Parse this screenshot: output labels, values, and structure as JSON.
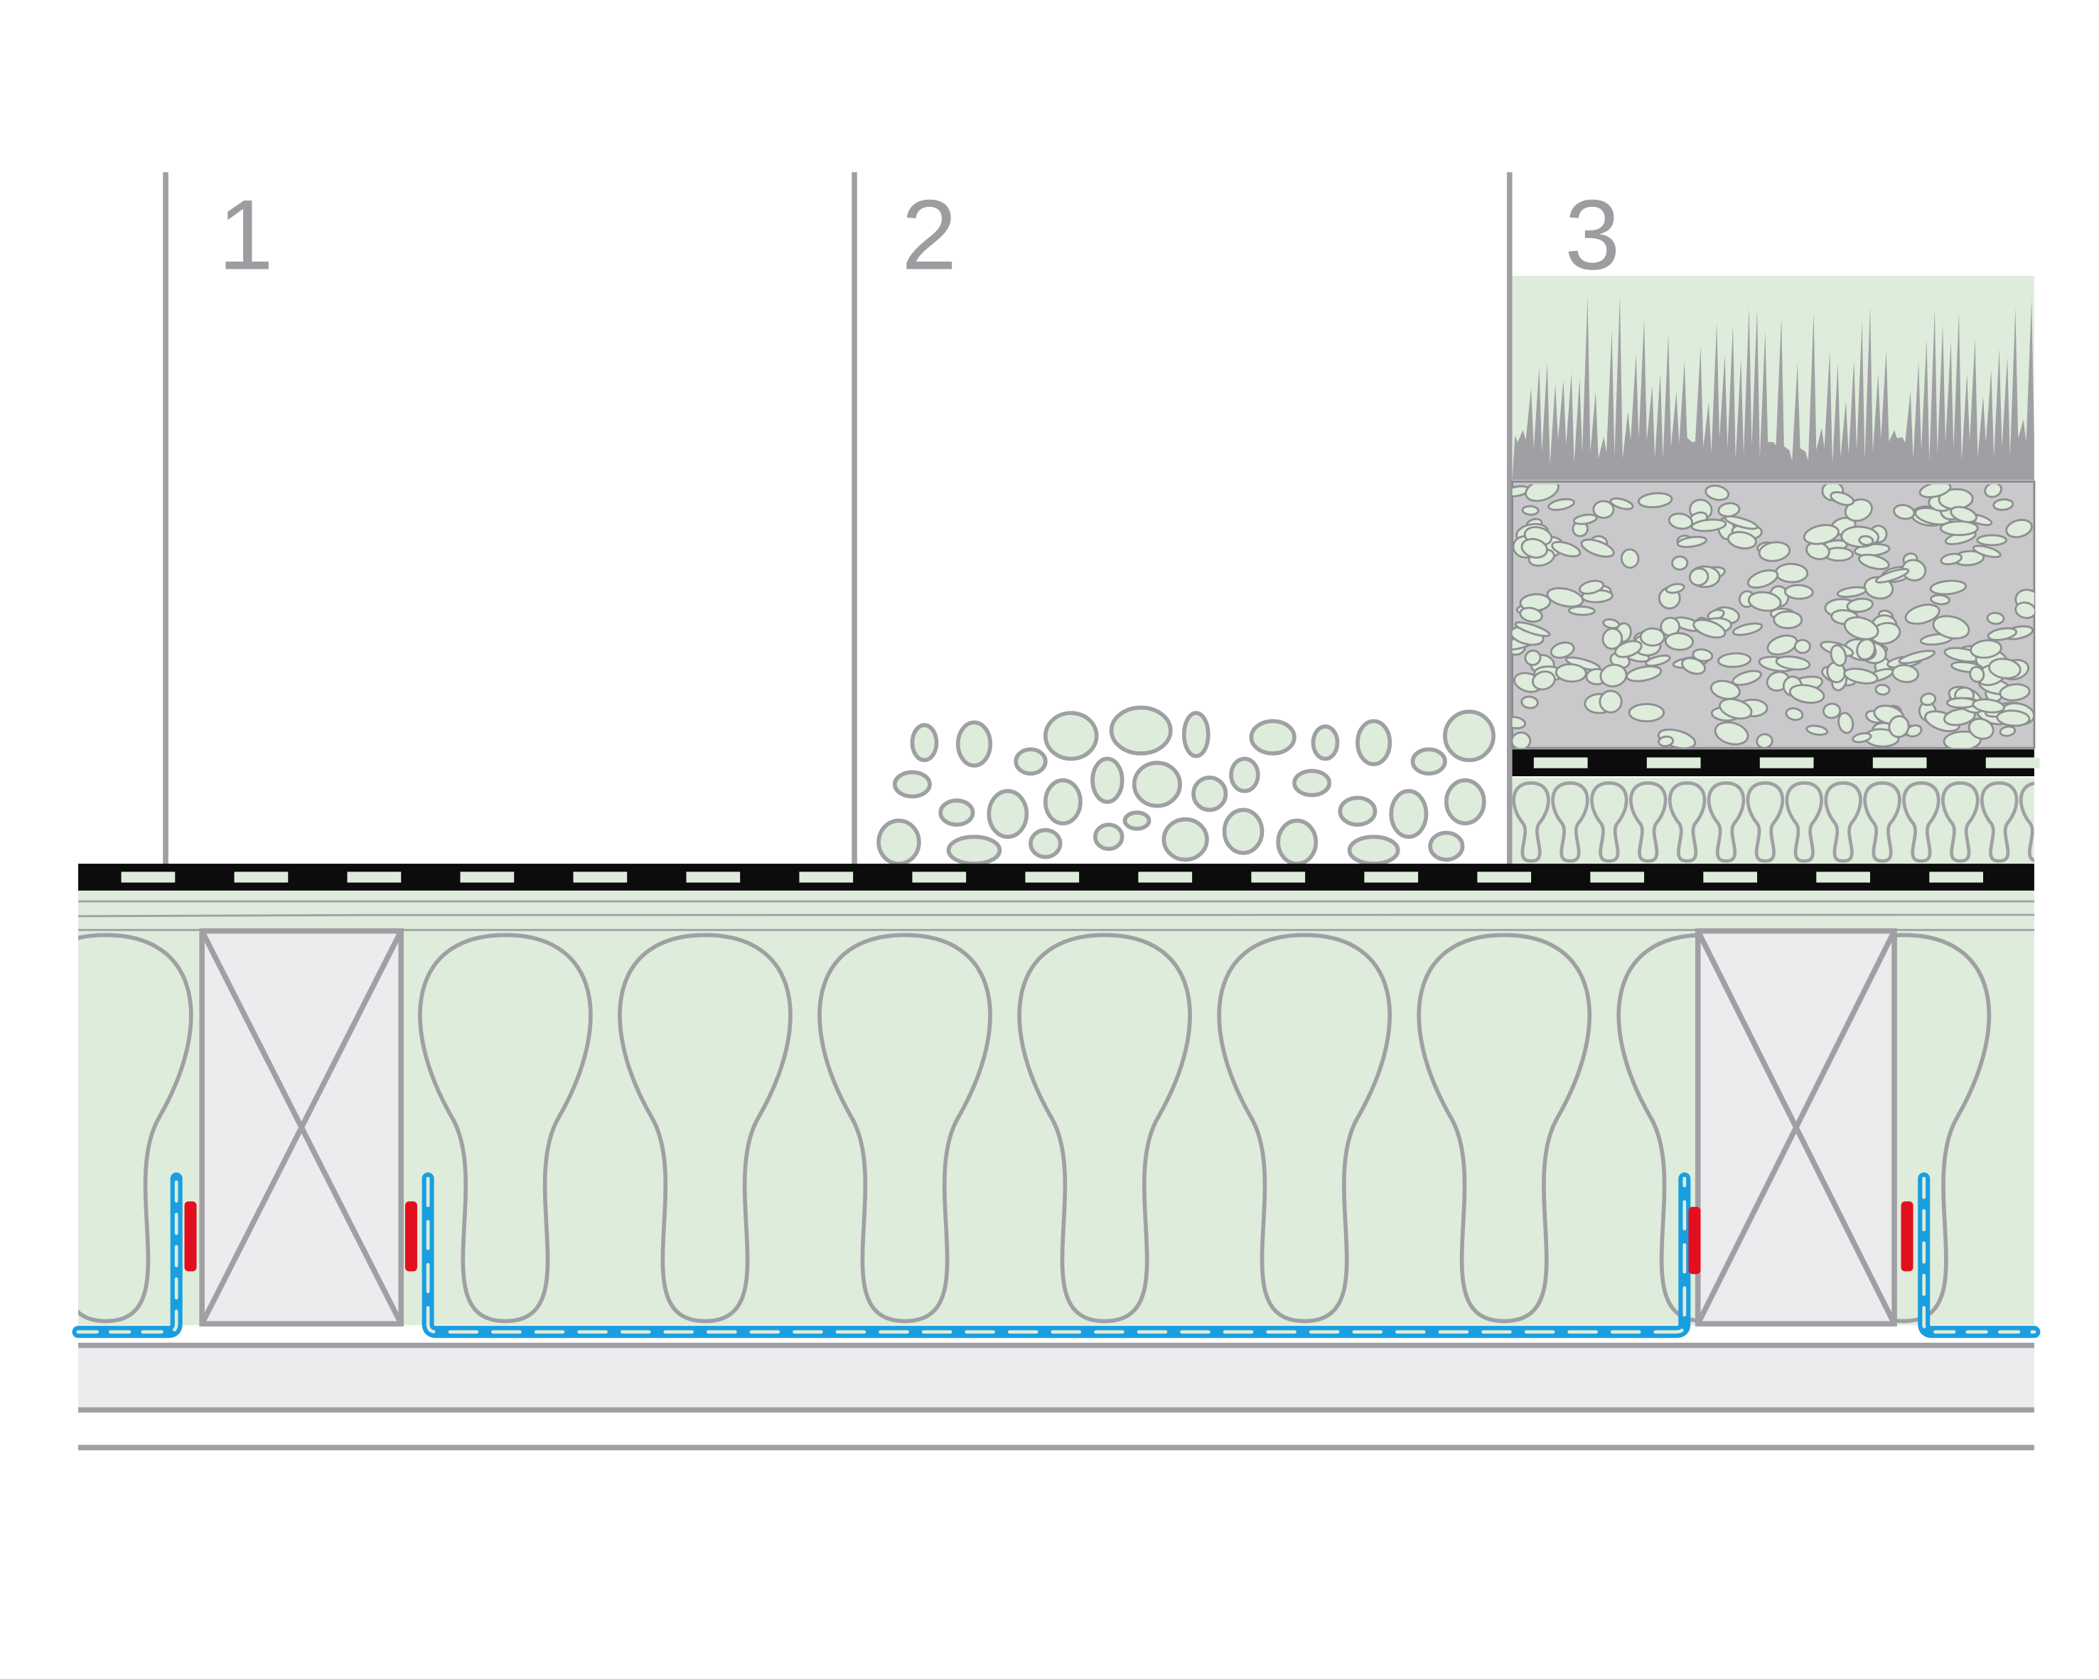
{
  "sections": [
    {
      "label": "1"
    },
    {
      "label": "2"
    },
    {
      "label": "3"
    }
  ],
  "colors": {
    "line_gray": "#a0a0a4",
    "insulation_green": "#deecdb",
    "membrane_black": "#0c0c0c",
    "vapor_blue": "#1a9ee0",
    "tape_red": "#e2101e",
    "timber_gray": "#ececee",
    "substrate_gray": "#c9c9cb"
  }
}
